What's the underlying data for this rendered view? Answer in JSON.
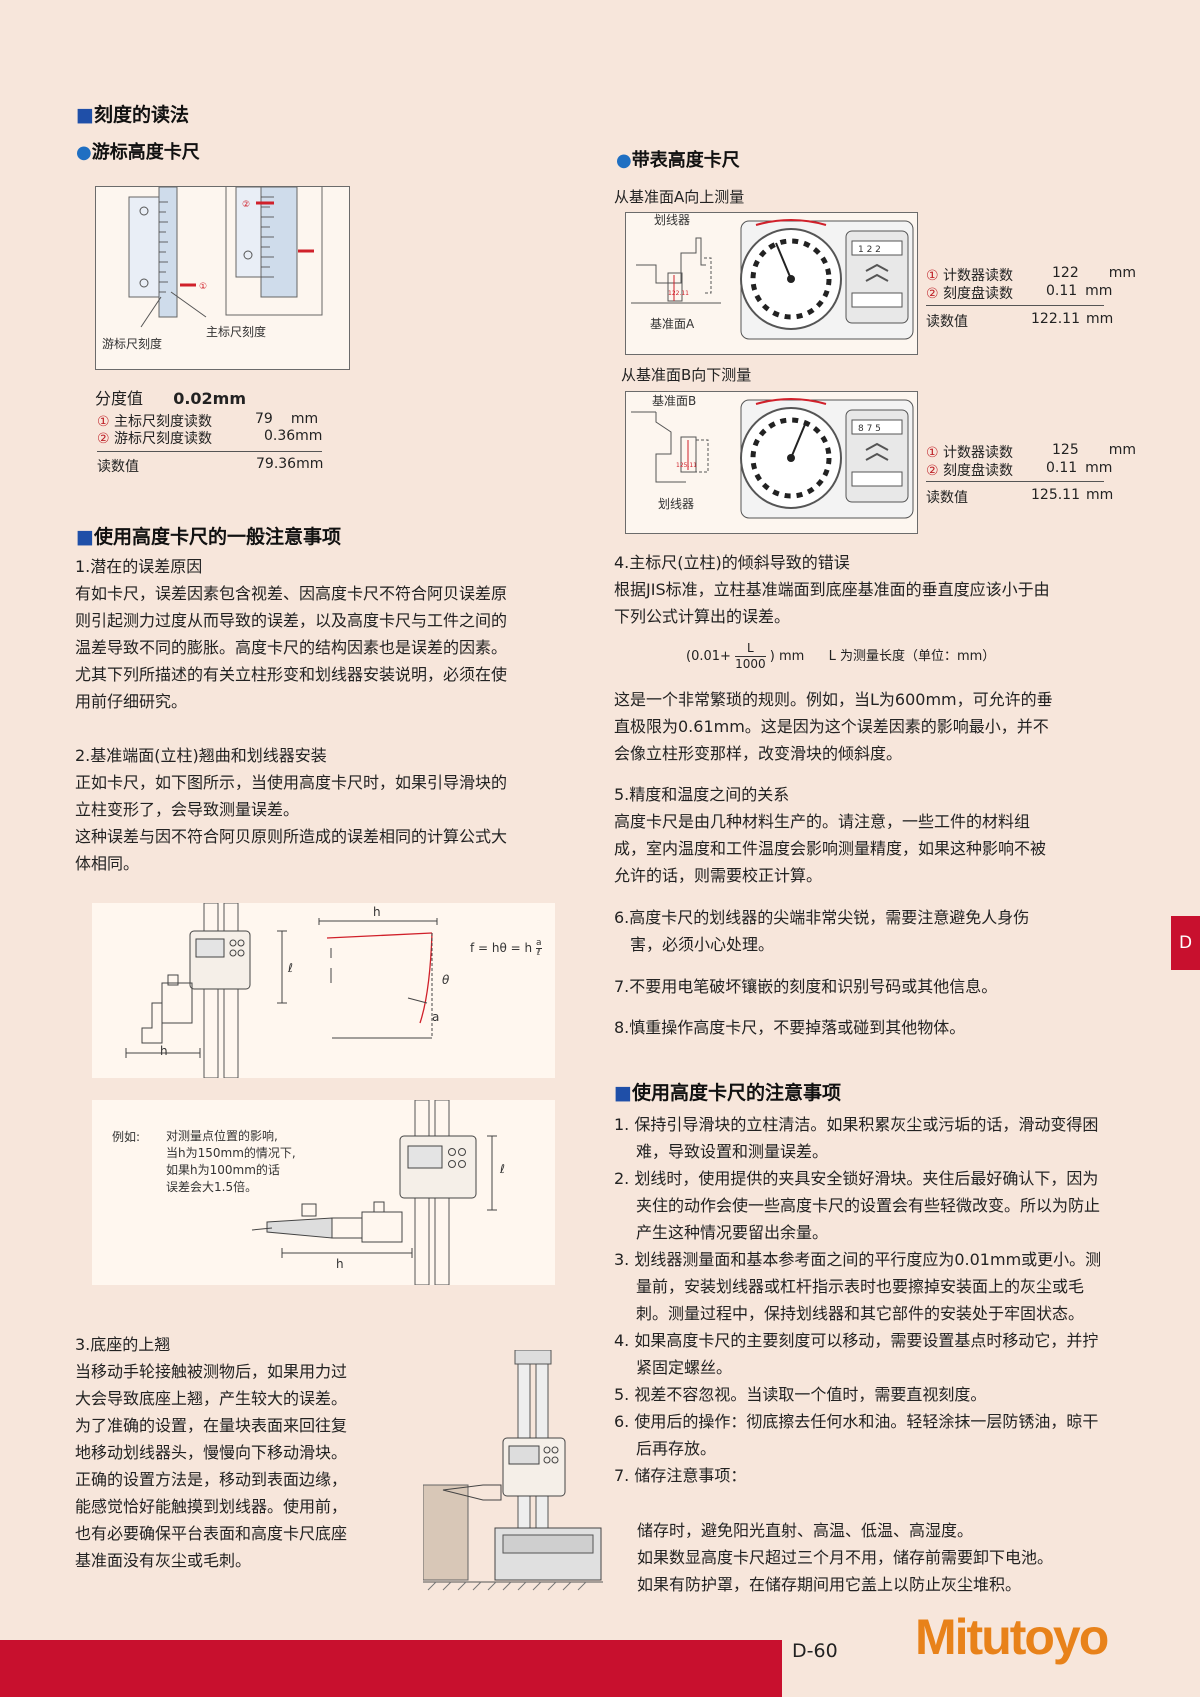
{
  "section_reading": {
    "title": "刻度的读法",
    "vernier": {
      "title": "游标高度卡尺",
      "fig_label_vernier": "游标尺刻度",
      "fig_label_main": "主标尺刻度",
      "graduation_label": "分度值",
      "graduation_value": "0.02mm",
      "rows": [
        {
          "marker": "①",
          "label": "主标尺刻度读数",
          "value": "79",
          "unit": "mm"
        },
        {
          "marker": "②",
          "label": "游标尺刻度读数",
          "value": "0.36",
          "unit": "mm"
        }
      ],
      "total_label": "读数值",
      "total_value": "79.36",
      "total_unit": "mm"
    },
    "dial": {
      "title": "带表高度卡尺",
      "caseA": {
        "caption": "从基准面A向上测量",
        "fig_label_scriber": "划线器",
        "fig_label_ref": "基准面A",
        "fig_height": "122.11",
        "counter_digits": "1 2 2",
        "rows": [
          {
            "marker": "①",
            "label": "计数器读数",
            "value": "122",
            "unit": "mm"
          },
          {
            "marker": "②",
            "label": "刻度盘读数",
            "value": "0.11",
            "unit": "mm"
          }
        ],
        "total_label": "读数值",
        "total_value": "122.11",
        "total_unit": "mm"
      },
      "caseB": {
        "caption": "从基准面B向下测量",
        "fig_label_ref": "基准面B",
        "fig_label_scriber": "划线器",
        "fig_height": "125.11",
        "counter_digits": "8 7 5",
        "rows": [
          {
            "marker": "①",
            "label": "计数器读数",
            "value": "125",
            "unit": "mm"
          },
          {
            "marker": "②",
            "label": "刻度盘读数",
            "value": "0.11",
            "unit": "mm"
          }
        ],
        "total_label": "读数值",
        "total_value": "125.11",
        "total_unit": "mm"
      }
    }
  },
  "section_general": {
    "title": "使用高度卡尺的一般注意事项",
    "item1": {
      "heading": "1.潜在的误差原因",
      "lines": [
        "有如卡尺，误差因素包含视差、因高度卡尺不符合阿贝误差原",
        "则引起测力过度从而导致的误差，以及高度卡尺与工件之间的",
        "温差导致不同的膨胀。高度卡尺的结构因素也是误差的因素。",
        "尤其下列所描述的有关立柱形变和划线器安装说明，必须在使",
        "用前仔细研究。"
      ]
    },
    "item2": {
      "heading": "2.基准端面(立柱)翘曲和划线器安装",
      "lines": [
        "正如卡尺，如下图所示，当使用高度卡尺时，如果引导滑块的",
        "立柱变形了，会导致测量误差。",
        "这种误差与因不符合阿贝原则所造成的误差相同的计算公式大",
        "体相同。"
      ]
    },
    "fig1": {
      "label_h": "h",
      "label_l": "ℓ",
      "label_theta": "θ",
      "label_a": "a",
      "formula": "f = hθ = h"
    },
    "fig2": {
      "example_label": "例如:",
      "example_lines": [
        "对测量点位置的影响,",
        "当h为150mm的情况下,",
        "如果h为100mm的话",
        "误差会大1.5倍。"
      ],
      "label_h": "h",
      "label_l": "ℓ"
    },
    "item3": {
      "heading": "3.底座的上翘",
      "lines": [
        "当移动手轮接触被测物后，如果用力过",
        "大会导致底座上翘，产生较大的误差。",
        "为了准确的设置，在量块表面来回往复",
        "地移动划线器头，慢慢向下移动滑块。",
        "正确的设置方法是，移动到表面边缘，",
        "能感觉恰好能触摸到划线器。使用前，",
        "也有必要确保平台表面和高度卡尺底座",
        "基准面没有灰尘或毛刺。"
      ]
    },
    "item4": {
      "heading": "4.主标尺(立柱)的倾斜导致的错误",
      "lines": [
        "根据JIS标准，立柱基准端面到底座基准面的垂直度应该小于由",
        "下列公式计算出的误差。"
      ],
      "formula_prefix": "(0.01+",
      "formula_num": "L",
      "formula_den": "1000",
      "formula_suffix": ") mm",
      "formula_note": "L 为测量长度（单位：mm）",
      "lines2": [
        "这是一个非常繁琐的规则。例如，当L为600mm，可允许的垂",
        "直极限为0.61mm。这是因为这个误差因素的影响最小，并不",
        "会像立柱形变那样，改变滑块的倾斜度。"
      ]
    },
    "item5": {
      "heading": "5.精度和温度之间的关系",
      "lines": [
        "高度卡尺是由几种材料生产的。请注意，一些工件的材料组",
        "成，室内温度和工件温度会影响测量精度，如果这种影响不被",
        "允许的话，则需要校正计算。"
      ]
    },
    "item6": {
      "lines": [
        "6.高度卡尺的划线器的尖端非常尖锐，需要注意避免人身伤",
        "害，必须小心处理。"
      ]
    },
    "item7": "7.不要用电笔破坏镶嵌的刻度和识别号码或其他信息。",
    "item8": "8.慎重操作高度卡尺，不要掉落或碰到其他物体。"
  },
  "section_usage": {
    "title": "使用高度卡尺的注意事项",
    "items": [
      "1. 保持引导滑块的立柱清洁。如果积累灰尘或污垢的话，滑动变得困难，导致设置和测量误差。",
      "2. 划线时，使用提供的夹具安全锁好滑块。夹住后最好确认下，因为夹住的动作会使一些高度卡尺的设置会有些轻微改变。所以为防止产生这种情况要留出余量。",
      "3. 划线器测量面和基本参考面之间的平行度应为0.01mm或更小。测量前，安装划线器或杠杆指示表时也要擦掉安装面上的灰尘或毛刺。测量过程中，保持划线器和其它部件的安装处于牢固状态。",
      "4. 如果高度卡尺的主要刻度可以移动，需要设置基点时移动它，并拧紧固定螺丝。",
      "5. 视差不容忽视。当读取一个值时，需要直视刻度。",
      "6. 使用后的操作：彻底擦去任何水和油。轻轻涂抹一层防锈油，晾干后再存放。",
      "7. 储存注意事项："
    ],
    "storage_lines": [
      "储存时，避免阳光直射、高温、低温、高湿度。",
      "如果数显高度卡尺超过三个月不用，储存前需要卸下电池。",
      "如果有防护罩，在储存期间用它盖上以防止灰尘堆积。"
    ]
  },
  "side_tab": "D",
  "page_number": "D-60",
  "brand": "Mitutoyo",
  "colors": {
    "background": "#f7e6db",
    "accent_red": "#c8102e",
    "heading_blue": "#1f4fa8",
    "logo_orange": "#e8821a"
  }
}
